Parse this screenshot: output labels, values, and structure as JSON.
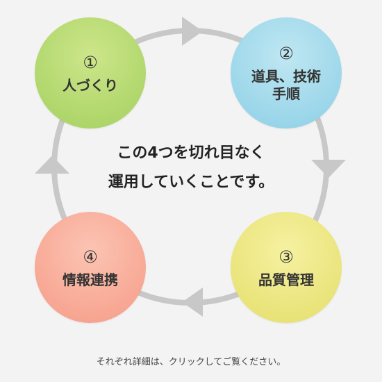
{
  "colors": {
    "ring": "#c8c8c8",
    "node1": [
      "#cde68a",
      "#a3d05f"
    ],
    "node2": [
      "#bfe7f2",
      "#8ccfe6"
    ],
    "node3": [
      "#f6f1a1",
      "#e4de6a"
    ],
    "node4": [
      "#fcc4b3",
      "#f59b86"
    ]
  },
  "nodes": [
    {
      "num": "①",
      "label": "人づくり"
    },
    {
      "num": "②",
      "label": "道具、技術\n手順"
    },
    {
      "num": "③",
      "label": "品質管理"
    },
    {
      "num": "④",
      "label": "情報連携"
    }
  ],
  "center_text": "この4つを切れ目なく\n運用していくことです。",
  "footer_note": "それぞれ詳細は、クリックしてご覧ください。"
}
